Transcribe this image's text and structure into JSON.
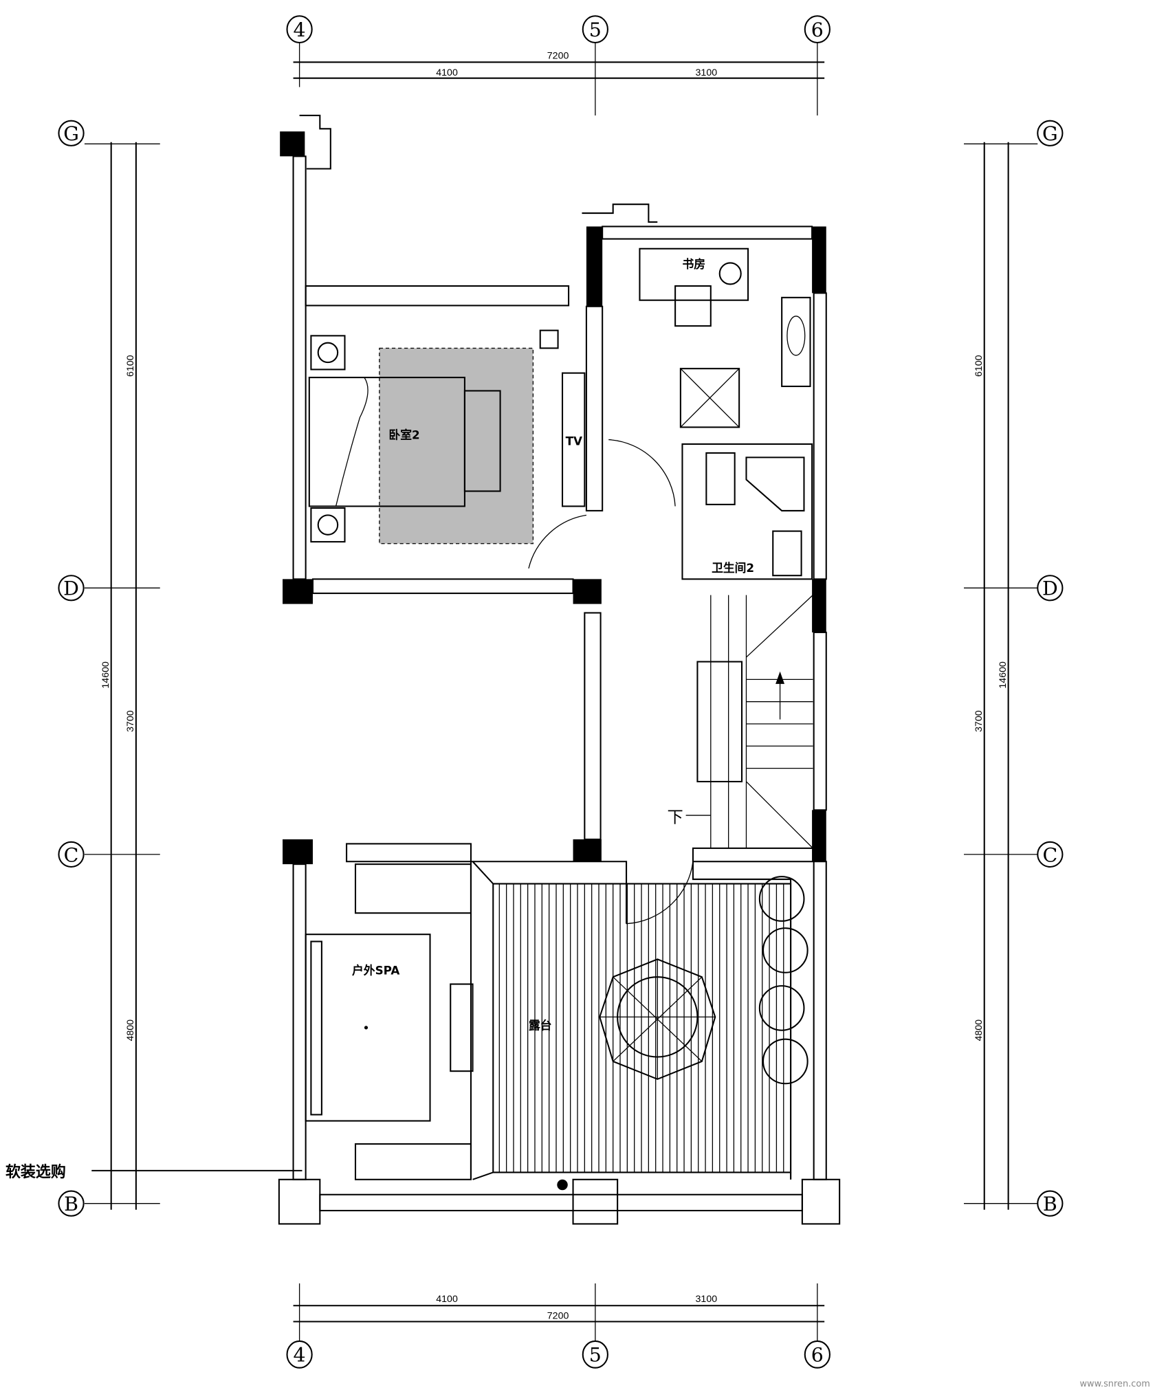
{
  "axes": {
    "vertical": [
      "4",
      "5",
      "6"
    ],
    "horizontal": [
      "G",
      "D",
      "C",
      "B"
    ]
  },
  "dimensions": {
    "top": {
      "total": "7200",
      "spans": [
        "4100",
        "3100"
      ]
    },
    "bottom": {
      "total": "7200",
      "spans": [
        "4100",
        "3100"
      ]
    },
    "left": {
      "total": "14600",
      "spans": [
        "6100",
        "3700",
        "4800"
      ]
    },
    "right": {
      "total": "14600",
      "spans": [
        "6100",
        "3700",
        "4800"
      ]
    }
  },
  "rooms": {
    "study": "书房",
    "bedroom": "卧室2",
    "tv": "TV",
    "bathroom": "卫生间2",
    "stair_down": "下",
    "spa": "户外SPA",
    "terrace": "露台"
  },
  "annotation": "软装选购",
  "watermark": "www.snren.com"
}
